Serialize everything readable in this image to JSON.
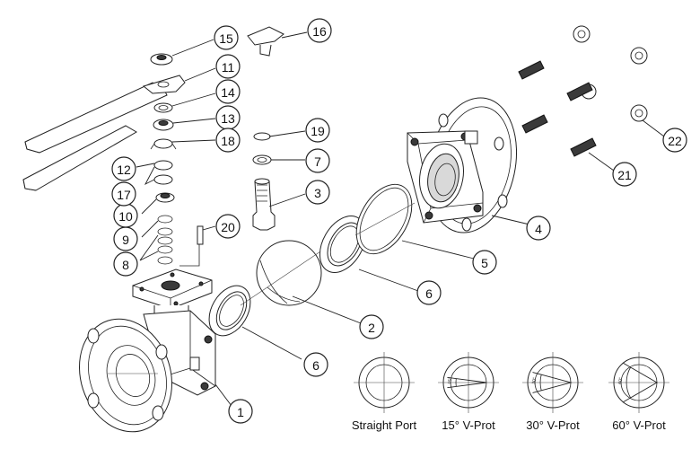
{
  "callouts": [
    {
      "id": "1",
      "label": "1"
    },
    {
      "id": "2",
      "label": "2"
    },
    {
      "id": "3",
      "label": "3"
    },
    {
      "id": "4",
      "label": "4"
    },
    {
      "id": "5",
      "label": "5"
    },
    {
      "id": "6a",
      "label": "6"
    },
    {
      "id": "6b",
      "label": "6"
    },
    {
      "id": "7",
      "label": "7"
    },
    {
      "id": "8",
      "label": "8"
    },
    {
      "id": "9",
      "label": "9"
    },
    {
      "id": "10",
      "label": "10"
    },
    {
      "id": "11",
      "label": "11"
    },
    {
      "id": "12",
      "label": "12"
    },
    {
      "id": "13",
      "label": "13"
    },
    {
      "id": "14",
      "label": "14"
    },
    {
      "id": "15",
      "label": "15"
    },
    {
      "id": "16",
      "label": "16"
    },
    {
      "id": "17",
      "label": "17"
    },
    {
      "id": "18",
      "label": "18"
    },
    {
      "id": "19",
      "label": "19"
    },
    {
      "id": "20",
      "label": "20"
    },
    {
      "id": "21",
      "label": "21"
    },
    {
      "id": "22",
      "label": "22"
    }
  ],
  "port_types": [
    {
      "caption": "Straight Port",
      "angle_label": ""
    },
    {
      "caption": "15° V-Prot",
      "angle_label": "15°"
    },
    {
      "caption": "30° V-Prot",
      "angle_label": "30°"
    },
    {
      "caption": "60° V-Prot",
      "angle_label": "60°"
    }
  ]
}
